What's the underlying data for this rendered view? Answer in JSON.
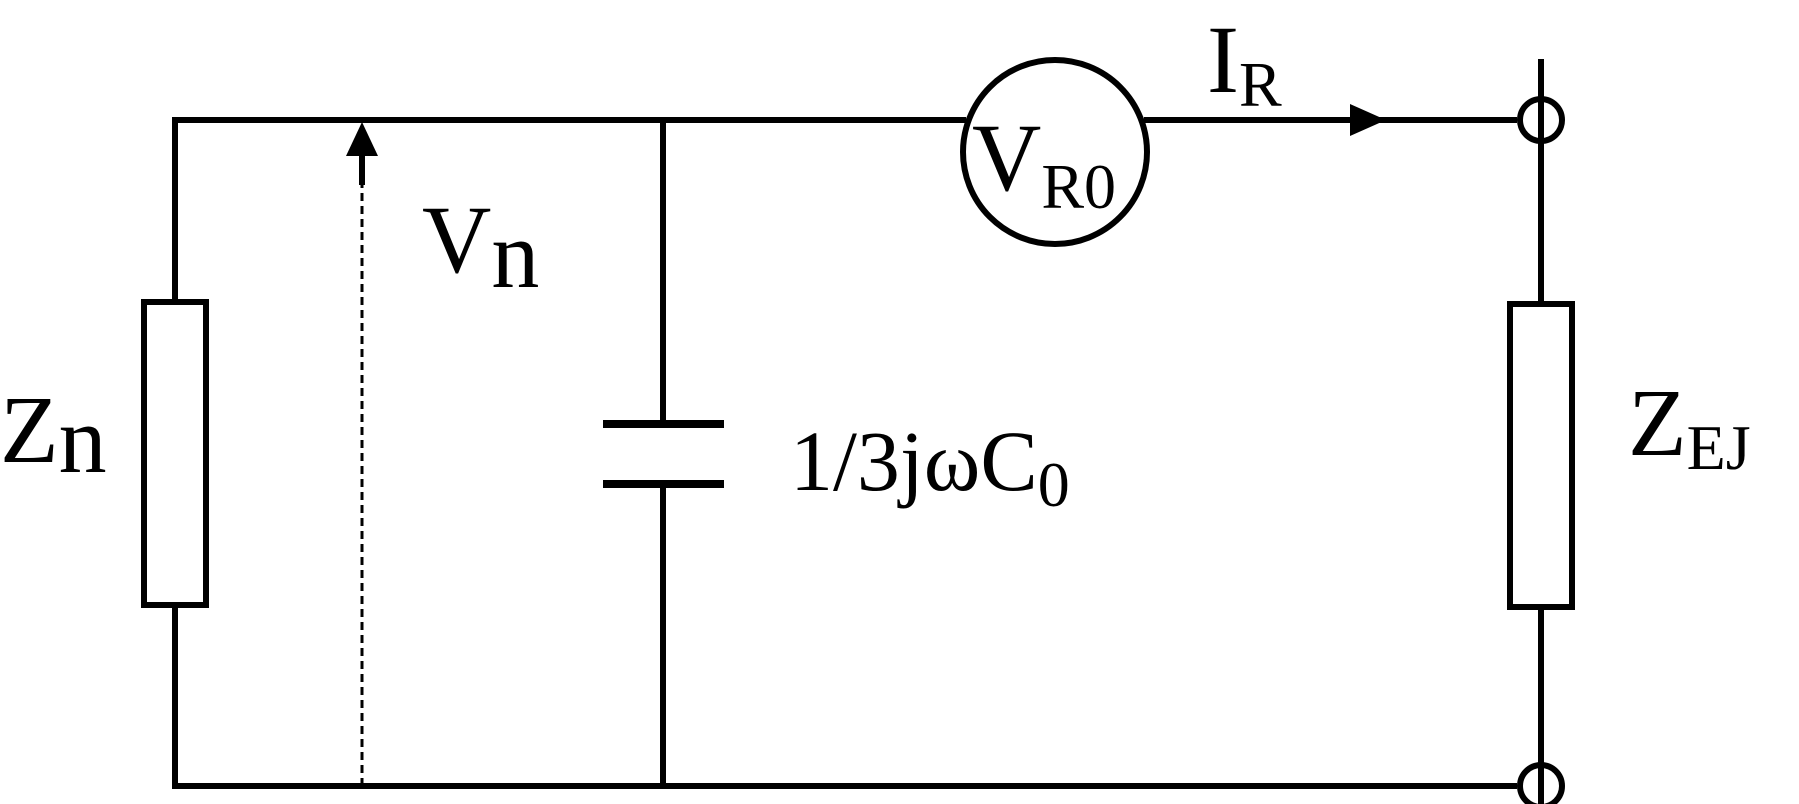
{
  "labels": {
    "zn_main": "Z",
    "zn_sub": "n",
    "vn_main": "V",
    "vn_sub": "n",
    "cap_main": "1/3jωC",
    "cap_sub": "0",
    "vr0_main": "V",
    "vr0_sub": "R0",
    "ir_main": "I",
    "ir_sub": "R",
    "zej_main": "Z",
    "zej_sub": "EJ"
  },
  "colors": {
    "stroke": "#000000",
    "background": "#ffffff"
  }
}
